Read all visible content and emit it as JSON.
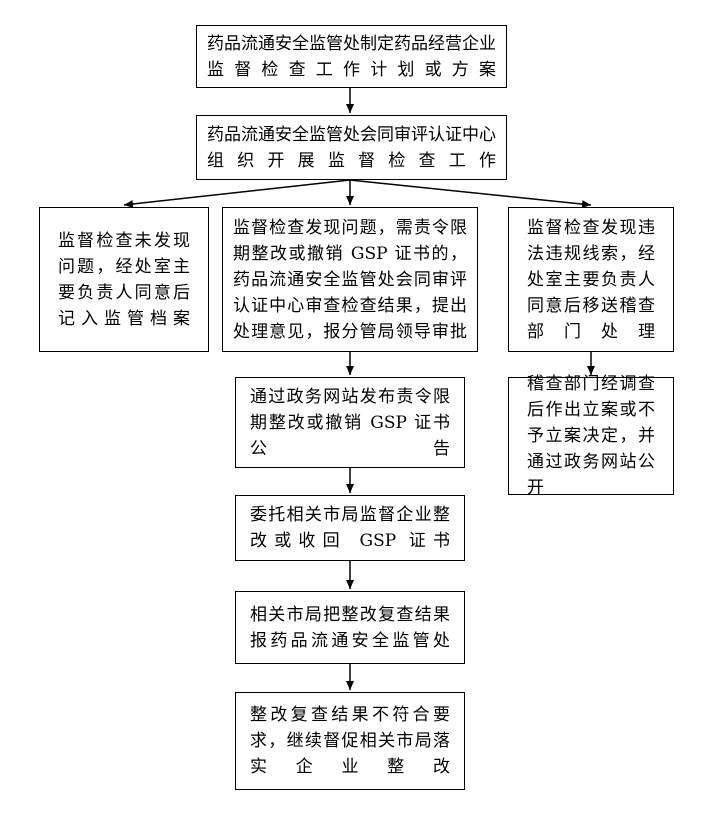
{
  "flowchart": {
    "nodes": [
      {
        "id": "n1",
        "text": "药品流通安全监管处制定药品经营企业监督检查工作计划或方案"
      },
      {
        "id": "n2",
        "text": "药品流通安全监管处会同审评认证中心组织开展监督检查工作"
      },
      {
        "id": "n3",
        "text": "监督检查未发现问题，经处室主要负责人同意后记入监管档案"
      },
      {
        "id": "n4",
        "text": "监督检查发现问题，需责令限期整改或撤销 GSP 证书的，药品流通安全监管处会同审评认证中心审查检查结果，提出处理意见，报分管局领导审批"
      },
      {
        "id": "n5",
        "text": "监督检查发现违法违规线索，经处室主要负责人同意后移送稽查部门处理"
      },
      {
        "id": "n6",
        "text": "通过政务网站发布责令限期整改或撤销 GSP 证书公告"
      },
      {
        "id": "n7",
        "text": "委托相关市局监督企业整改或收回 GSP 证书"
      },
      {
        "id": "n8",
        "text": "相关市局把整改复查结果报药品流通安全监管处"
      },
      {
        "id": "n9",
        "text": "整改复查结果不符合要求，继续督促相关市局落实企业整改"
      },
      {
        "id": "n10",
        "text": "稽查部门经调查后作出立案或不予立案决定，并通过政务网站公开"
      }
    ],
    "edges": [
      {
        "from": "n1",
        "to": "n2"
      },
      {
        "from": "n2",
        "to": "n3"
      },
      {
        "from": "n2",
        "to": "n4"
      },
      {
        "from": "n2",
        "to": "n5"
      },
      {
        "from": "n4",
        "to": "n6"
      },
      {
        "from": "n6",
        "to": "n7"
      },
      {
        "from": "n7",
        "to": "n8"
      },
      {
        "from": "n8",
        "to": "n9"
      },
      {
        "from": "n5",
        "to": "n10"
      }
    ]
  }
}
